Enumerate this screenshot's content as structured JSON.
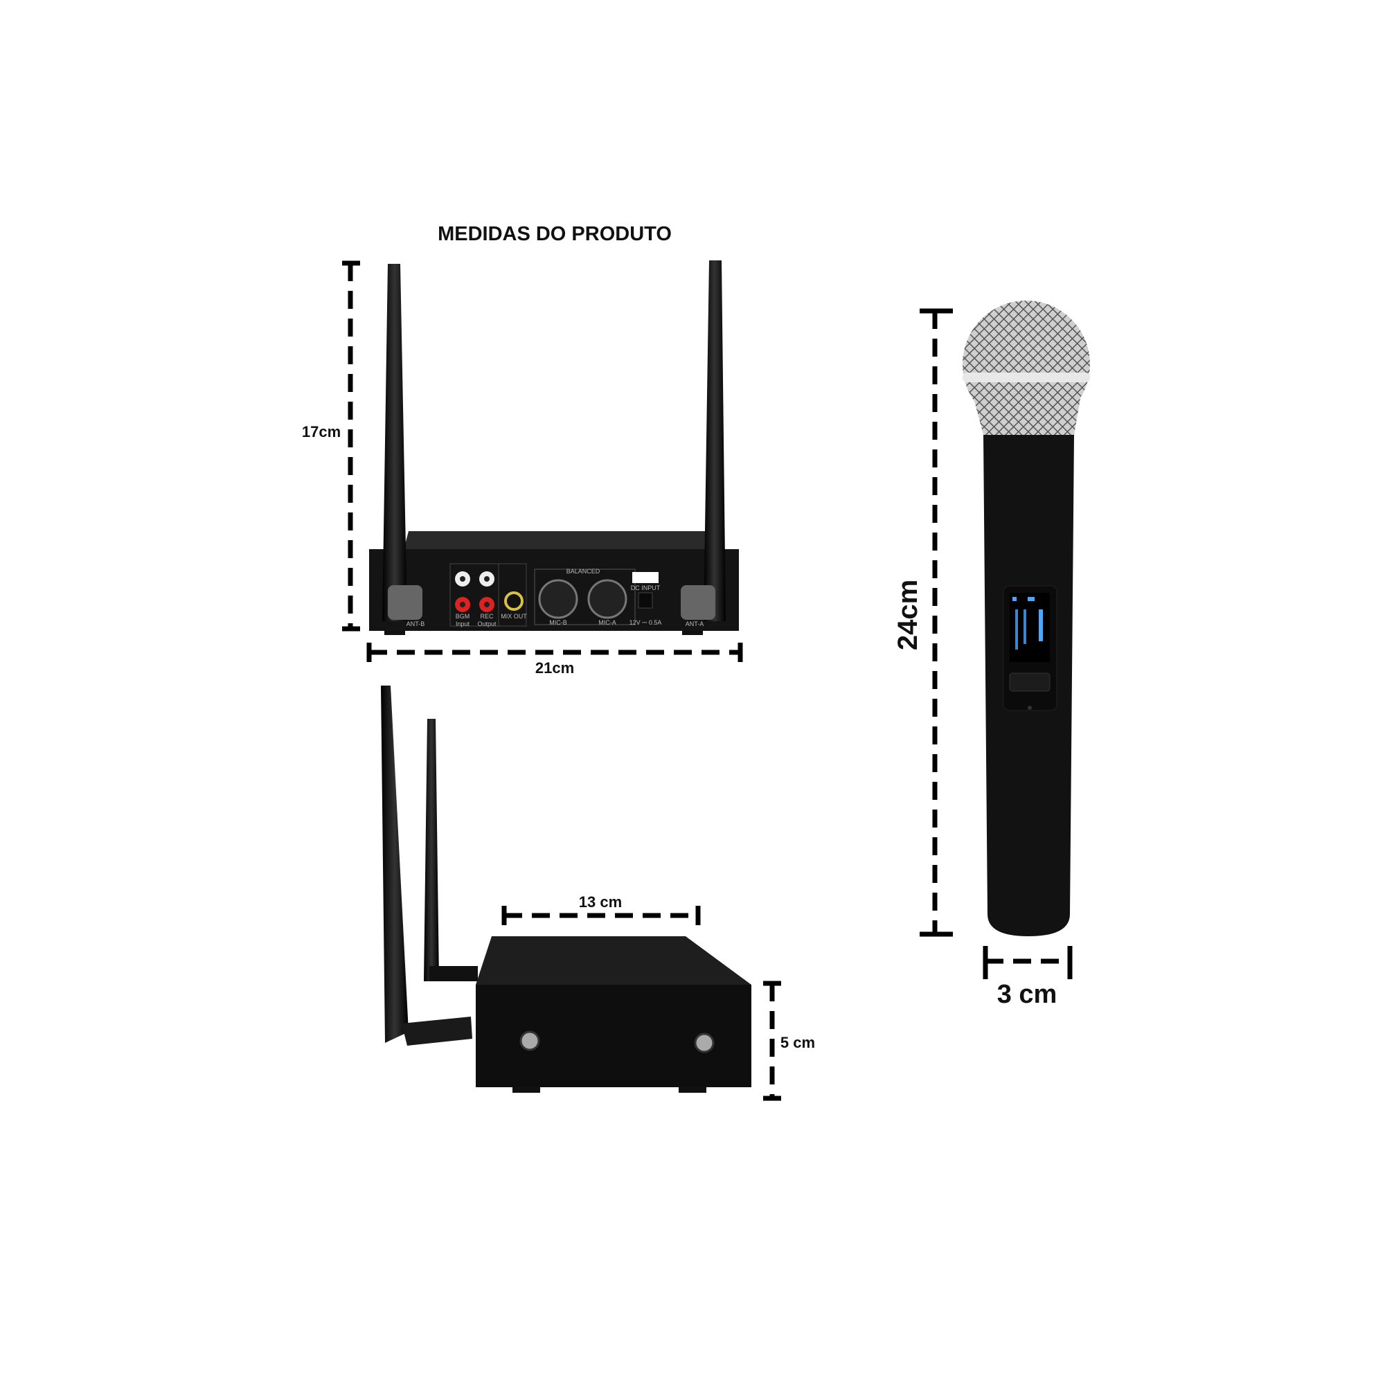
{
  "title": "MEDIDAS DO PRODUTO",
  "receiver_front": {
    "height_label": "17cm",
    "width_label": "21cm",
    "panel_labels": {
      "bgm": "BGM",
      "rec": "REC",
      "input": "Input",
      "output": "Output",
      "mix_out": "MIX OUT",
      "balanced": "BALANCED",
      "mic_b": "MIC-B",
      "mic_a": "MIC-A",
      "dc_input": "DC INPUT",
      "power": "12V ⎓ 0.5A",
      "ant_b": "ANT-B",
      "ant_a": "ANT-A"
    }
  },
  "receiver_side": {
    "depth_label": "13 cm",
    "height_label": "5 cm"
  },
  "microphone": {
    "length_label": "24cm",
    "diameter_label": "3 cm"
  },
  "colors": {
    "body": "#141414",
    "dimension": "#000000",
    "display": "#4aa8ff"
  }
}
